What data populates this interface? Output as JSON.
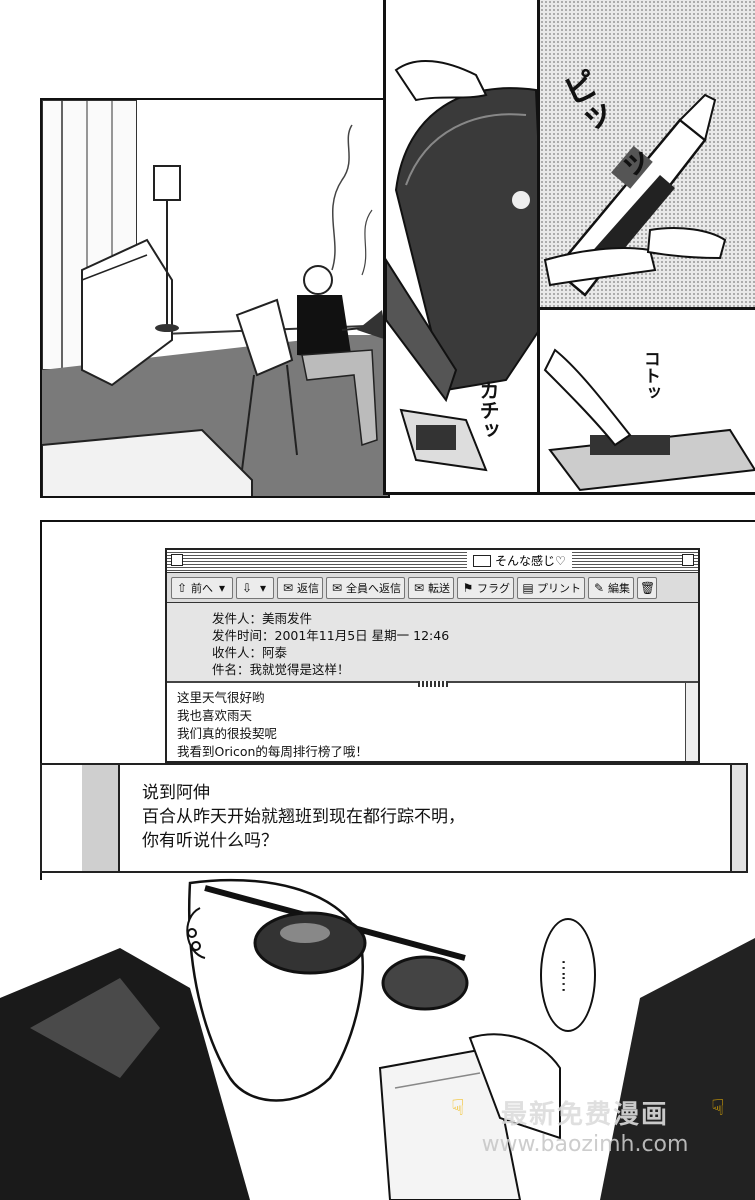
{
  "mail": {
    "window_title": "そんな感じ♡",
    "toolbar": {
      "prev_label": "前へ",
      "reply_label": "返信",
      "reply_all_label": "全員へ返信",
      "forward_label": "転送",
      "flag_label": "フラグ",
      "print_label": "プリント",
      "edit_label": "編集"
    },
    "header": {
      "from": "发件人：美雨发件",
      "date": "发件时间：2001年11月5日 星期一 12:46",
      "to": "收件人：阿泰",
      "subject": "件名：我就觉得是这样！"
    },
    "body_lines": [
      "这里天气很好哟",
      "我也喜欢雨天",
      "我们真的很投契呢",
      "我看到Oricon的每周排行榜了哦！"
    ]
  },
  "caption": {
    "lines": [
      "说到阿伸",
      "百合从昨天开始就翘班到现在都行踪不明，",
      "你有听说什么吗？"
    ]
  },
  "sfx": {
    "phone_beep": "ピッ",
    "phone_beep_tail": "ッ",
    "set_down": "コトッ",
    "click": "カチッ",
    "ellipsis": "……"
  },
  "watermark": {
    "title": "最新免费漫画",
    "url": "www.baozimh.com"
  }
}
